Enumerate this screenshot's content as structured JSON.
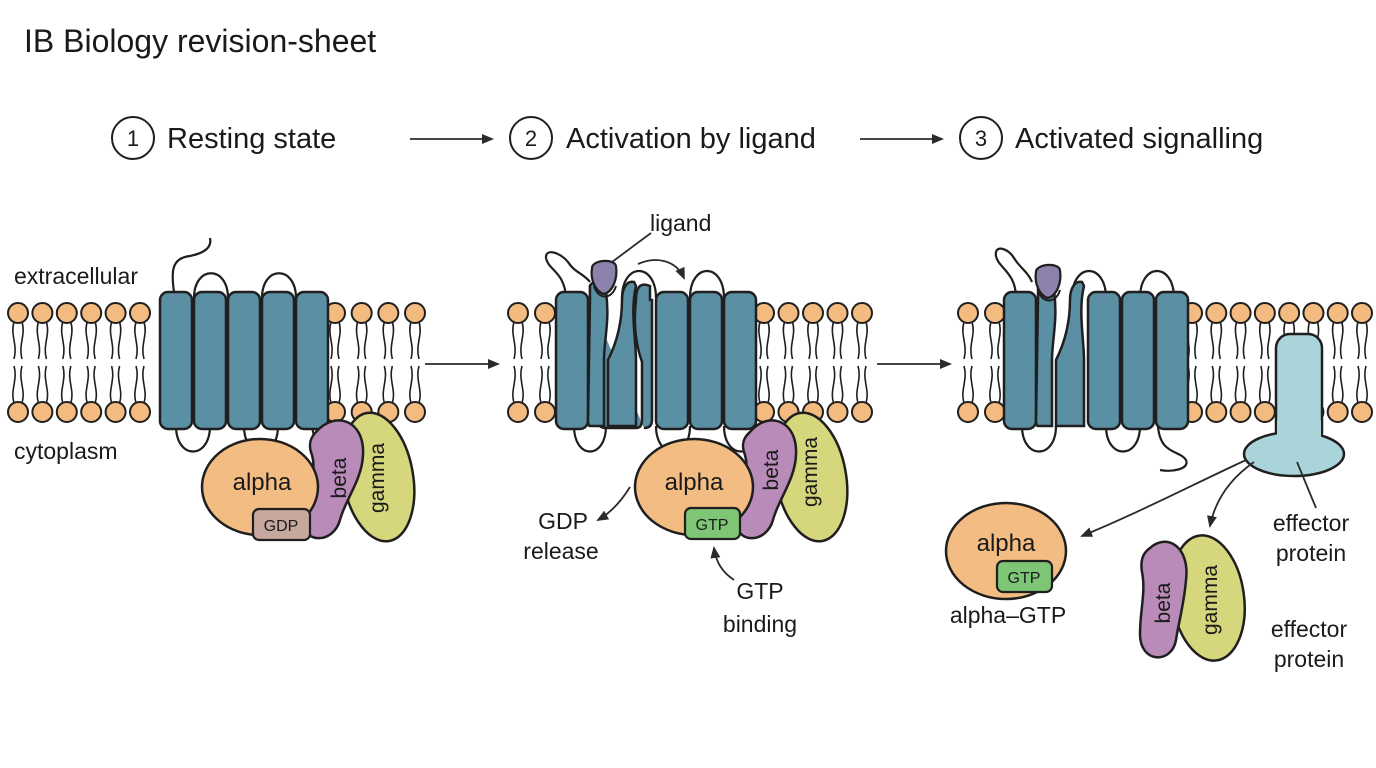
{
  "title": "IB Biology revision-sheet",
  "stages": [
    {
      "number": "1",
      "label": "Resting state"
    },
    {
      "number": "2",
      "label": "Activation by ligand"
    },
    {
      "number": "3",
      "label": "Activated signalling"
    }
  ],
  "labels": {
    "extracellular": "extracellular",
    "cytoplasm": "cytoplasm",
    "ligand": "ligand",
    "gdp_release_1": "GDP",
    "gdp_release_2": "release",
    "gtp_binding_1": "GTP",
    "gtp_binding_2": "binding",
    "alpha_gtp": "alpha–GTP",
    "effector_1a": "effector",
    "effector_1b": "protein",
    "effector_2a": "effector",
    "effector_2b": "protein"
  },
  "proteins": {
    "alpha": "alpha",
    "beta": "beta",
    "gamma": "gamma",
    "gdp": "GDP",
    "gtp": "GTP"
  },
  "colors": {
    "helix": "#5b8fa3",
    "alpha": "#f2bc82",
    "beta": "#b98bb8",
    "gamma": "#d6d67c",
    "gdp": "#c6a89e",
    "gtp": "#7fc576",
    "ligand": "#8d82ad",
    "effector": "#a9d4da",
    "lipid_head": "#f3bb80"
  }
}
